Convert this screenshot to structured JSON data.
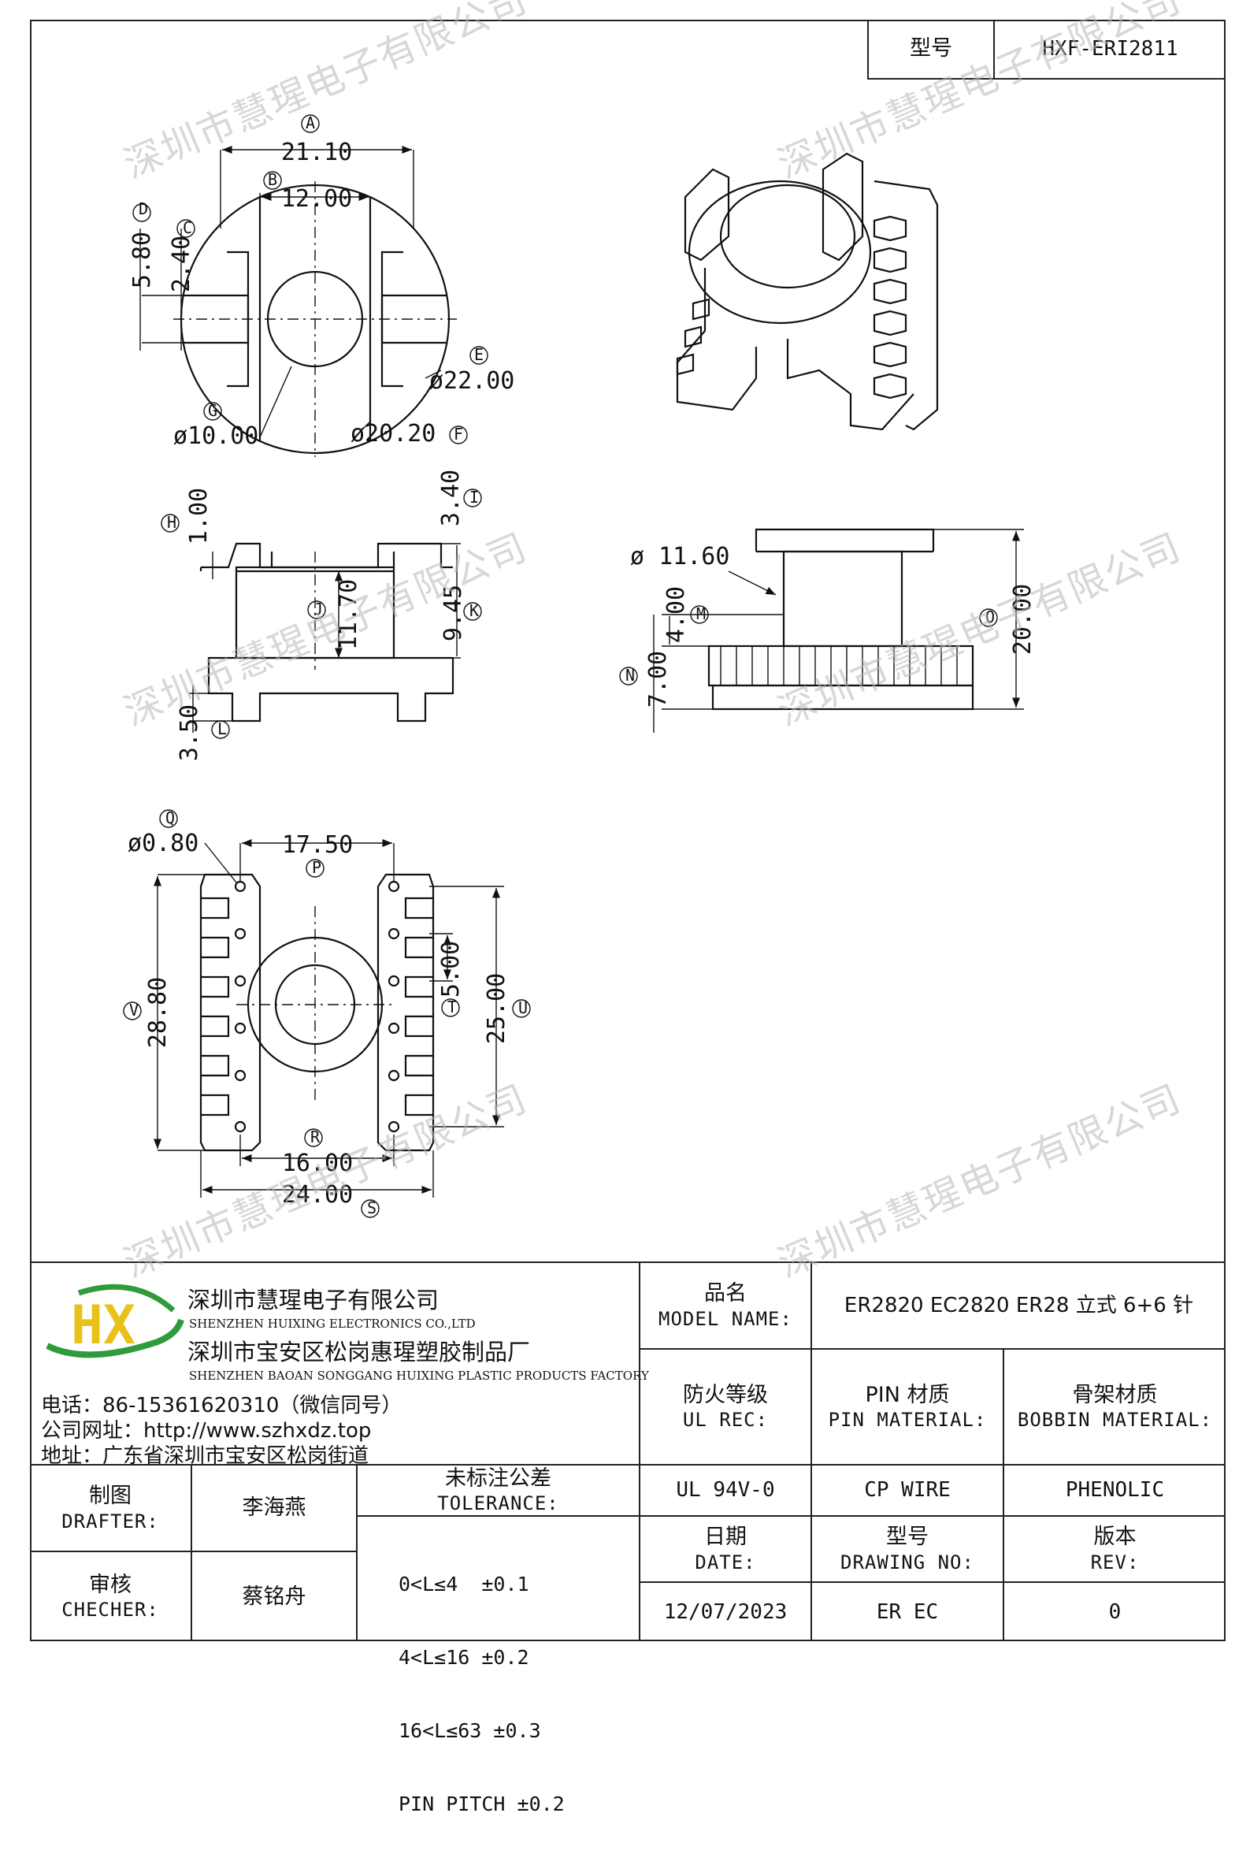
{
  "title_block": {
    "model_label": "型号",
    "model_value": "HXF-ERI2811"
  },
  "company": {
    "name_zh": "深圳市慧瑆电子有限公司",
    "name_en": "SHENZHEN HUIXING ELECTRONICS CO.,LTD",
    "factory_zh": "深圳市宝安区松岗惠瑆塑胶制品厂",
    "factory_en": "SHENZHEN BAOAN SONGGANG HUIXING PLASTIC PRODUCTS FACTORY",
    "phone": "电话：86-15361620310（微信同号）",
    "website": "公司网址：http://www.szhxdz.top",
    "address": "地址：广东省深圳市宝安区松岗街道",
    "logo_text": "HX",
    "logo_colors": {
      "h": "#e8c21a",
      "x": "#2f9b3a",
      "swoosh": "#2f9b3a"
    }
  },
  "spec": {
    "model_name_zh": "品名",
    "model_name_en": "MODEL NAME:",
    "model_name_value": "ER2820 EC2820 ER28 立式 6+6 针",
    "ul_zh": "防火等级",
    "ul_en": "UL REC:",
    "pin_zh": "PIN 材质",
    "pin_en": "PIN MATERIAL:",
    "bobbin_zh": "骨架材质",
    "bobbin_en": "BOBBIN MATERIAL:",
    "ul_value": "UL 94V-0",
    "pin_value": "CP WIRE",
    "bobbin_value": "PHENOLIC",
    "date_zh": "日期",
    "date_en": "DATE:",
    "drawing_zh": "型号",
    "drawing_en": "DRAWING NO:",
    "rev_zh": "版本",
    "rev_en": "REV:",
    "date_value": "12/07/2023",
    "drawing_value": "ER EC",
    "rev_value": "0"
  },
  "signoff": {
    "drafter_zh": "制图",
    "drafter_en": "DRAFTER:",
    "drafter_name": "李海燕",
    "checker_zh": "审核",
    "checker_en": "CHECHER:",
    "checker_name": "蔡铭舟",
    "tolerance_zh": "未标注公差",
    "tolerance_en": "TOLERANCE:",
    "tolerance_lines": [
      "0<L≤4  ±0.1",
      "4<L≤16 ±0.2",
      "16<L≤63 ±0.3",
      "PIN PITCH ±0.2"
    ]
  },
  "watermark": "深圳市慧瑆电子有限公司",
  "dimensions": {
    "A": "A",
    "A_val": "21.10",
    "B": "B",
    "B_val": "12.00",
    "C": "C",
    "C_val": "2.40",
    "D": "D",
    "D_val": "5.80",
    "E": "E",
    "E_val": "ø22.00",
    "F": "F",
    "F_val": "ø20.20",
    "G": "G",
    "G_val": "ø10.00",
    "H": "H",
    "H_val": "1.00",
    "I": "I",
    "I_val": "3.40",
    "J": "J",
    "J_val": "11.70",
    "K": "K",
    "K_val": "9.45",
    "L": "L",
    "L_val": "3.50",
    "M": "M",
    "M_val": "4.00",
    "N": "N",
    "N_val": "7.00",
    "O": "O",
    "O_val": "20.00",
    "core_dia": "ø 11.60",
    "Q": "Q",
    "Q_val": "ø0.80",
    "P": "P",
    "P_val": "17.50",
    "V": "V",
    "V_val": "28.80",
    "T": "T",
    "T_val": "5.00",
    "U": "U",
    "U_val": "25.00",
    "R": "R",
    "R_val": "16.00",
    "S": "S",
    "S_val": "24.00"
  }
}
